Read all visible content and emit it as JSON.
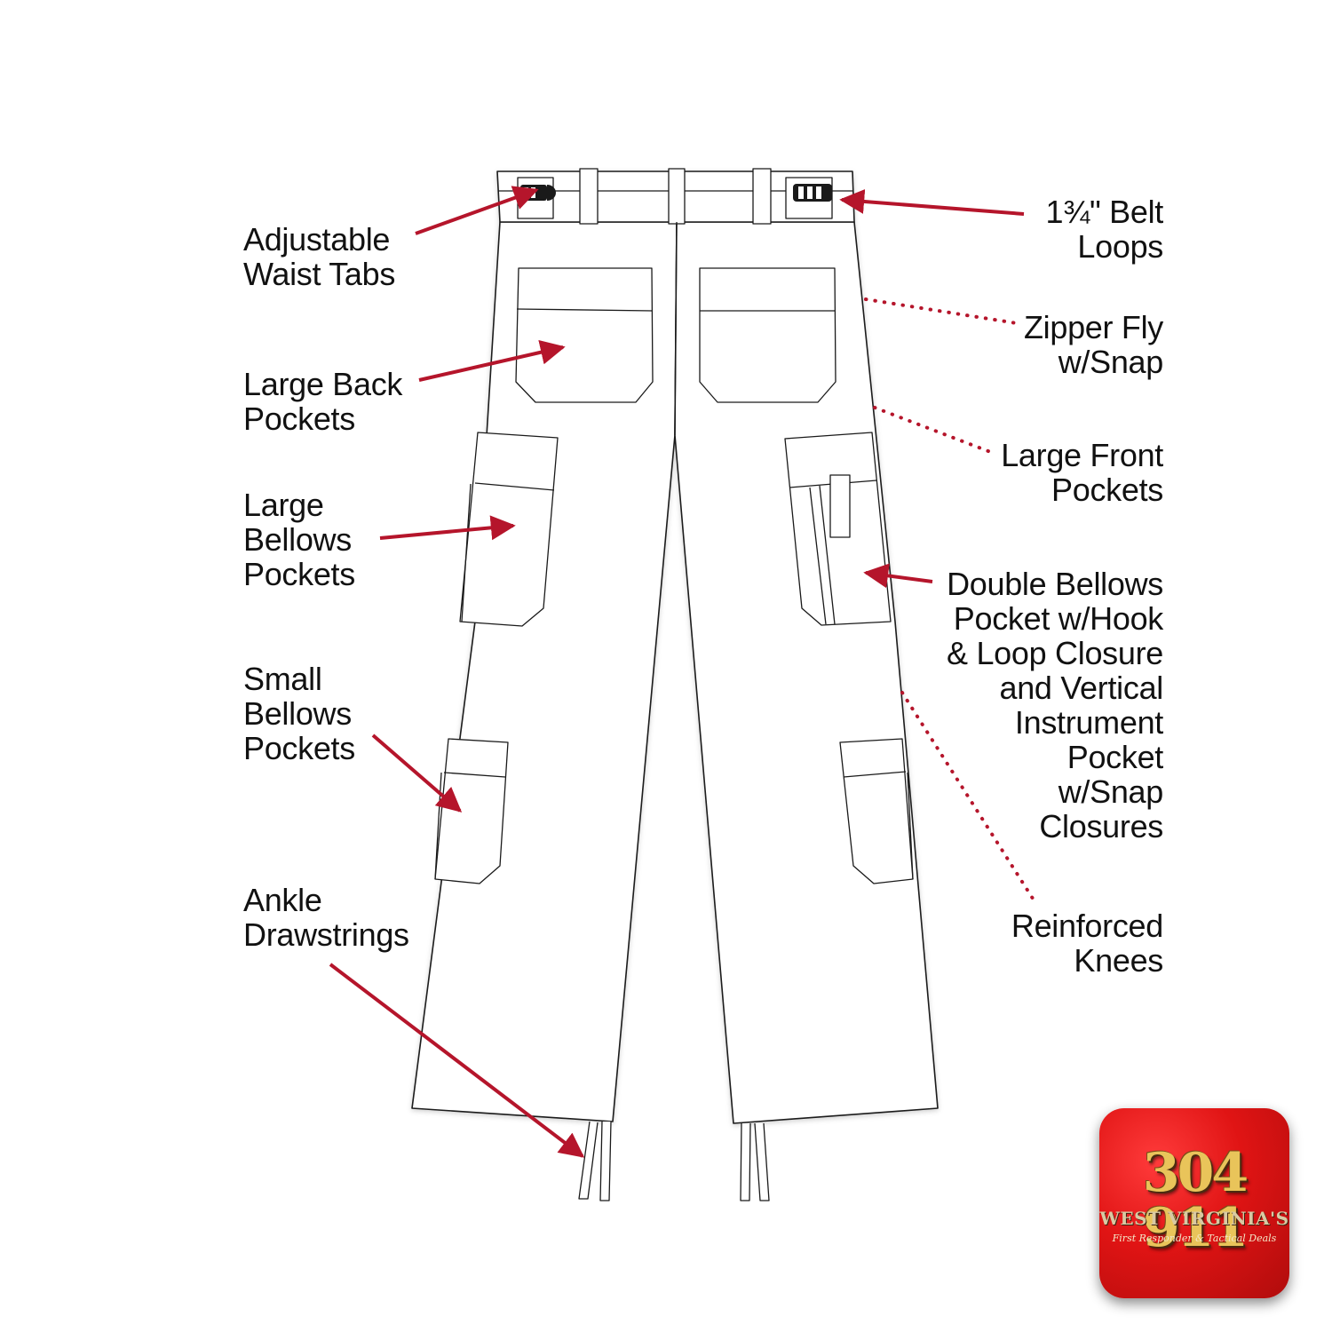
{
  "callouts": {
    "left": [
      {
        "name": "label-adjustable-waist-tabs",
        "lines": [
          "Adjustable",
          "Waist Tabs"
        ]
      },
      {
        "name": "label-large-back-pockets",
        "lines": [
          "Large Back",
          "Pockets"
        ]
      },
      {
        "name": "label-large-bellows-pockets",
        "lines": [
          "Large",
          "Bellows",
          "Pockets"
        ]
      },
      {
        "name": "label-small-bellows-pockets",
        "lines": [
          "Small",
          "Bellows",
          "Pockets"
        ]
      },
      {
        "name": "label-ankle-drawstrings",
        "lines": [
          "Ankle",
          "Drawstrings"
        ]
      }
    ],
    "right": [
      {
        "name": "label-belt-loops",
        "lines": [
          "1¾\" Belt",
          "Loops"
        ]
      },
      {
        "name": "label-zipper-fly",
        "lines": [
          "Zipper Fly",
          "w/Snap"
        ]
      },
      {
        "name": "label-large-front-pockets",
        "lines": [
          "Large Front",
          "Pockets"
        ]
      },
      {
        "name": "label-double-bellows-pocket",
        "lines": [
          "Double Bellows",
          "Pocket w/Hook",
          "& Loop Closure",
          "and Vertical",
          "Instrument",
          "Pocket",
          "w/Snap",
          "Closures"
        ]
      },
      {
        "name": "label-reinforced-knees",
        "lines": [
          "Reinforced",
          "Knees"
        ]
      }
    ]
  },
  "logo": {
    "number": "304 911",
    "state": "WEST VIRGINIA'S",
    "tagline": "First Responder & Tactical Deals"
  },
  "colors": {
    "arrow": "#b5152b",
    "outline": "#1a1a1a",
    "badge": "#e01414"
  }
}
